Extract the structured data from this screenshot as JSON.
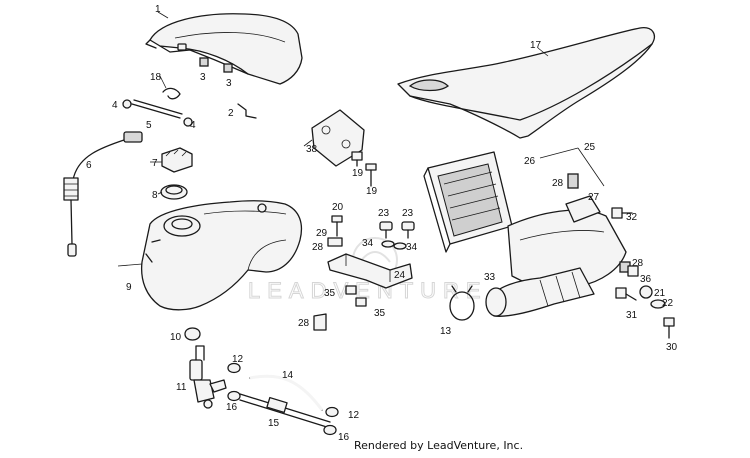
{
  "watermark": "LEADVENTURE",
  "footer": "Rendered by LeadVenture, Inc.",
  "callouts": [
    "1",
    "2",
    "3",
    "3",
    "4",
    "4",
    "5",
    "6",
    "7",
    "8",
    "9",
    "10",
    "11",
    "12",
    "12",
    "13",
    "14",
    "15",
    "16",
    "16",
    "17",
    "18",
    "19",
    "19",
    "20",
    "21",
    "22",
    "23",
    "23",
    "24",
    "25",
    "26",
    "27",
    "28",
    "28",
    "28",
    "28",
    "29",
    "30",
    "31",
    "32",
    "33",
    "34",
    "34",
    "35",
    "35",
    "36",
    "38"
  ]
}
